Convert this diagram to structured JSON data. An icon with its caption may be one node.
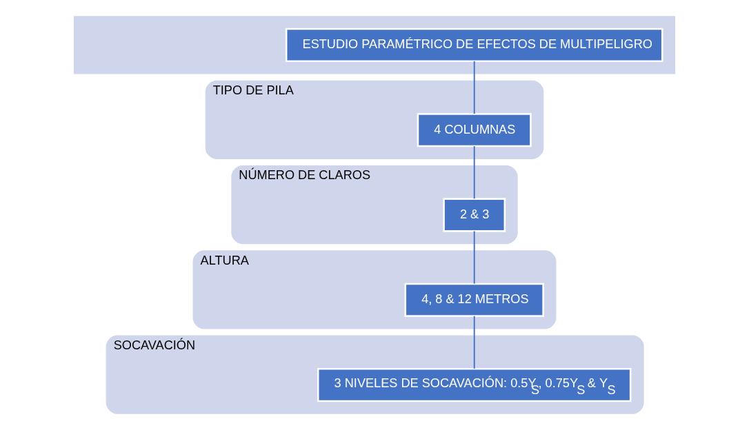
{
  "diagram": {
    "nodes": [
      {
        "text": [],
        "shape": "box"
      },
      {
        "text": [
          "ESTUDIO PARAMÉTRICO DE EFECTOS DE MULTIPELIGRO"
        ],
        "in": 0
      },
      {
        "text": [
          "TIPO DE PILA"
        ]
      },
      {
        "text": [
          "4 COLUMNAS"
        ],
        "in": 2
      },
      {
        "text": [
          "NÚMERO DE CLAROS"
        ]
      },
      {
        "text": [
          "2 & 3"
        ],
        "in": 4
      },
      {
        "text": [
          "ALTURA"
        ]
      },
      {
        "text": [
          "4, 8 & 12 METROS"
        ],
        "in": 6
      },
      {
        "text": [
          "SOCAVACIÓN"
        ]
      },
      {
        "text": [
          "3 NIVELES DE SOCAVACIÓN: 0.5Y$_{S}$, 0.75Y$_{S}$ & Y$_{S}$"
        ],
        "in": 8
      }
    ],
    "edges": [
      {
        "from": 1,
        "to": 3,
        "arrow": "none"
      },
      {
        "from": 3,
        "to": 5,
        "arrow": "none"
      },
      {
        "from": 5,
        "to": 7,
        "arrow": "none"
      },
      {
        "from": 7,
        "to": 9,
        "arrow": "none"
      }
    ]
  }
}
